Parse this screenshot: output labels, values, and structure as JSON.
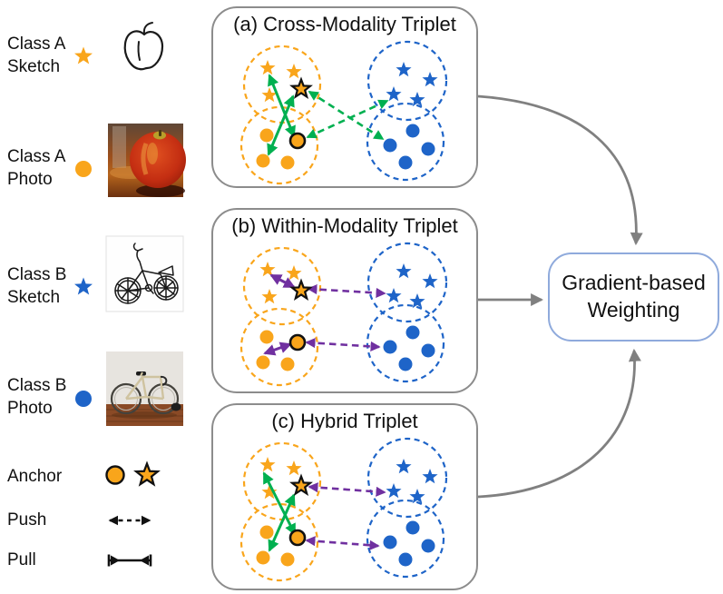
{
  "colors": {
    "orange": "#F9A51B",
    "blue": "#1E64C8",
    "green": "#00B050",
    "purple": "#7030A0",
    "panel_border": "#8C8C8C",
    "arrow_gray": "#808080",
    "box_border": "#8FAADC"
  },
  "legend": {
    "items": [
      {
        "label": "Class A\nSketch",
        "marker": "orange-star",
        "image": "apple-sketch"
      },
      {
        "label": "Class A\nPhoto",
        "marker": "orange-circle",
        "image": "apple-photo"
      },
      {
        "label": "Class B\nSketch",
        "marker": "blue-star",
        "image": "bicycle-sketch"
      },
      {
        "label": "Class B\nPhoto",
        "marker": "blue-circle",
        "image": "bicycle-photo"
      }
    ],
    "anchor_label": "Anchor",
    "anchor_markers": [
      "orange-circle-black-outline",
      "orange-star-black-outline"
    ],
    "push_label": "Push",
    "push_icon": "dashed-double-headed-arrow",
    "pull_label": "Pull",
    "pull_icon": "solid-line-inward-arrows-with-end-bars"
  },
  "panels": {
    "a": {
      "title": "(a) Cross-Modality Triplet",
      "pull": [
        "photo-anchor to class-A sketch",
        "sketch-anchor to class-A photo"
      ],
      "push": [
        "sketch-anchor to class-B photo",
        "photo-anchor to class-B sketch"
      ]
    },
    "b": {
      "title": "(b) Within-Modality Triplet",
      "pull": [
        "sketch-anchor to class-A sketch",
        "photo-anchor to class-A photo"
      ],
      "push": [
        "sketch-anchor to class-B sketch",
        "photo-anchor to class-B photo"
      ]
    },
    "c": {
      "title": "(c) Hybrid Triplet",
      "pull": [
        "photo-anchor to class-A sketch",
        "sketch-anchor to class-A photo"
      ],
      "push": [
        "sketch-anchor to class-B sketch",
        "photo-anchor to class-B photo"
      ]
    }
  },
  "gradient_box": {
    "line1": "Gradient-based",
    "line2": "Weighting"
  }
}
